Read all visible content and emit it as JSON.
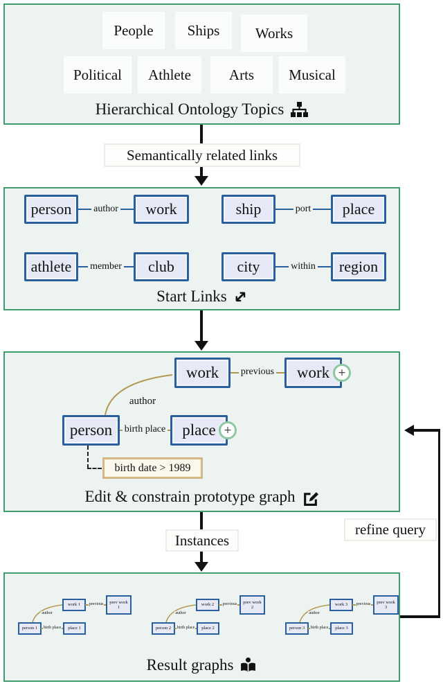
{
  "flow_labels": {
    "semantic": "Semantically related links",
    "instances": "Instances",
    "refine": "refine query"
  },
  "icons": {
    "ontology": "sitemap-icon",
    "start_links": "expand-arrows-icon",
    "expand_glyph": "↔",
    "prototype": "edit-pen-square-icon",
    "results": "book-reader-icon",
    "add_node": "plus-circle-icon"
  },
  "panels": {
    "ontology": {
      "caption": "Hierarchical Ontology Topics",
      "topics_row1": [
        "People",
        "Ships",
        "Works"
      ],
      "topics_row2": [
        "Political",
        "Athlete",
        "Arts",
        "Musical"
      ]
    },
    "start_links": {
      "caption": "Start Links",
      "links": [
        {
          "source": "person",
          "label": "author",
          "target": "work"
        },
        {
          "source": "ship",
          "label": "port",
          "target": "place"
        },
        {
          "source": "athlete",
          "label": "member",
          "target": "club"
        },
        {
          "source": "city",
          "label": "within",
          "target": "region"
        }
      ]
    },
    "prototype": {
      "caption": "Edit & constrain prototype graph",
      "node_work_left": "work",
      "node_work_right": "work",
      "node_person": "person",
      "node_place": "place",
      "edge_previous": "previous",
      "edge_author": "author",
      "edge_birth_place": "birth place",
      "constraint": "birth date > 1989",
      "plus": "+"
    },
    "results": {
      "caption": "Result graphs",
      "edge_author": "author",
      "edge_previous": "previous",
      "edge_birth_place": "birth place",
      "graphs": [
        {
          "person": "person 1",
          "work": "work 1",
          "prev_work": "prev work 1",
          "place": "place 1"
        },
        {
          "person": "person 2",
          "work": "work 2",
          "prev_work": "prev work 2",
          "place": "place 2"
        },
        {
          "person": "person 3",
          "work": "work 3",
          "prev_work": "prev work 3",
          "place": "place 3"
        }
      ]
    }
  },
  "colors": {
    "panel_border": "#3e9c6d",
    "panel_bg": "#edf3f0",
    "node_border": "#2a5f9e",
    "node_bg": "#e7eaf6",
    "edge_blue": "#2a5f9e",
    "edge_tan": "#b2984f",
    "constraint_border": "#d5b786",
    "constraint_bg": "#fbf7ea",
    "plus_ring": "#8fc7a2",
    "arrow": "#111111",
    "label_box_bg": "#fdfefb",
    "label_box_border": "#e7efe6",
    "topic_bg": "#fafdfb"
  }
}
